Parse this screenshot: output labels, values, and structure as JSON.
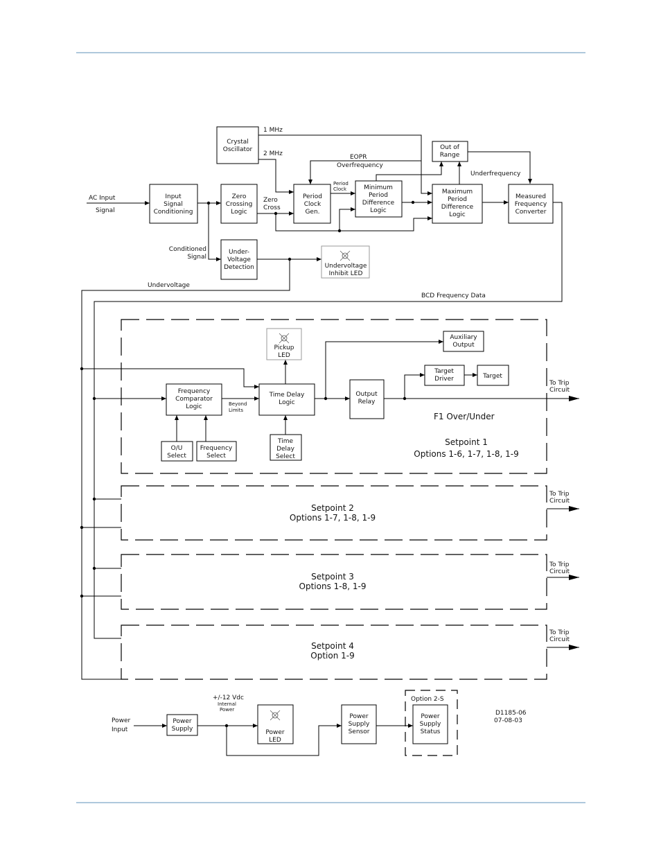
{
  "blocks": {
    "crystal_oscillator": [
      "Crystal",
      "Oscillator"
    ],
    "input_signal_conditioning": [
      "Input",
      "Signal",
      "Conditioning"
    ],
    "zero_crossing_logic": [
      "Zero",
      "Crossing",
      "Logic"
    ],
    "period_clock_gen": [
      "Period",
      "Clock",
      "Gen."
    ],
    "minimum_period_difference_logic": [
      "Minimum",
      "Period",
      "Difference",
      "Logic"
    ],
    "out_of_range": [
      "Out of",
      "Range"
    ],
    "maximum_period_difference_logic": [
      "Maximum",
      "Period",
      "Difference",
      "Logic"
    ],
    "measured_frequency_converter": [
      "Measured",
      "Frequency",
      "Converter"
    ],
    "under_voltage_detection": [
      "Under-",
      "Voltage",
      "Detection"
    ],
    "undervoltage_inhibit_led": [
      "Undervoltage",
      "Inhibit LED"
    ],
    "pickup_led": [
      "Pickup",
      "LED"
    ],
    "auxiliary_output": [
      "Auxiliary",
      "Output"
    ],
    "target_driver": [
      "Target",
      "Driver"
    ],
    "target": [
      "Target"
    ],
    "frequency_comparator_logic": [
      "Frequency",
      "Comparator",
      "Logic"
    ],
    "time_delay_logic": [
      "Time Delay",
      "Logic"
    ],
    "output_relay": [
      "Output",
      "Relay"
    ],
    "ou_select": [
      "O/U",
      "Select"
    ],
    "frequency_select": [
      "Frequency",
      "Select"
    ],
    "time_delay_select": [
      "Time",
      "Delay",
      "Select"
    ],
    "power_supply": [
      "Power",
      "Supply"
    ],
    "power_led": [
      "Power",
      "LED"
    ],
    "power_supply_sensor": [
      "Power",
      "Supply",
      "Sensor"
    ],
    "power_supply_status": [
      "Power",
      "Supply",
      "Status"
    ]
  },
  "signals": {
    "one_mhz": "1 MHz",
    "two_mhz": "2 MHz",
    "ac_input": "AC Input",
    "signal": "Signal",
    "eopr": "EOPR",
    "overfrequency": "Overfrequency",
    "period_clock": [
      "Period",
      "Clock"
    ],
    "zero_cross": [
      "Zero",
      "Cross"
    ],
    "underfrequency": "Underfrequency",
    "conditioned_signal": [
      "Conditioned",
      "Signal"
    ],
    "undervoltage": "Undervoltage",
    "bcd_frequency_data": "BCD Frequency Data",
    "beyond_limits": [
      "Beyond",
      "Limits"
    ],
    "to_trip_circuit": [
      "To Trip",
      "Circuit"
    ],
    "power_input": [
      "Power",
      "Input"
    ],
    "internal_power": [
      "+/-12 Vdc",
      "Internal",
      "Power"
    ],
    "option_2s": "Option 2-S"
  },
  "setpoints": {
    "sp1_mode": "F1 Over/Under",
    "sp1_title": "Setpoint 1",
    "sp1_options": "Options 1-6, 1-7, 1-8, 1-9",
    "sp2_title": "Setpoint 2",
    "sp2_options": "Options 1-7, 1-8, 1-9",
    "sp3_title": "Setpoint 3",
    "sp3_options": "Options 1-8, 1-9",
    "sp4_title": "Setpoint 4",
    "sp4_options": "Option 1-9"
  },
  "drawing_id": [
    "D1185-06",
    "07-08-03"
  ]
}
